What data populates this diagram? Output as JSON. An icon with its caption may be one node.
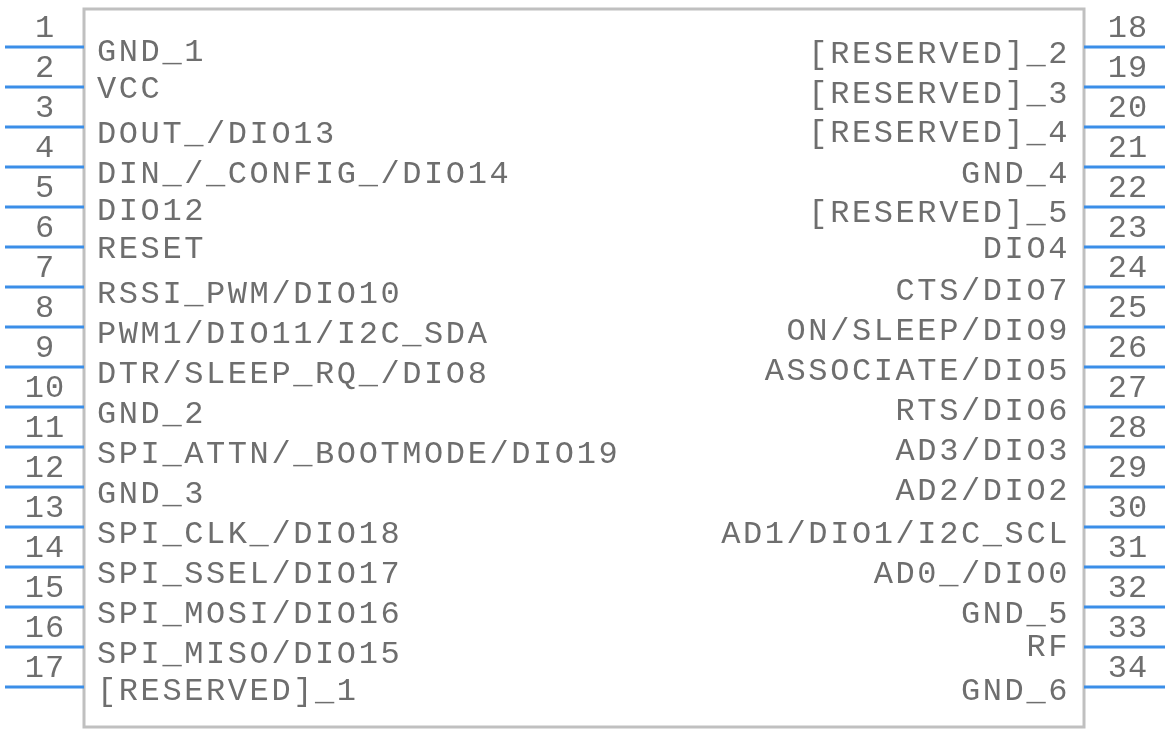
{
  "diagram": {
    "labels": [
      "1",
      "GND_1",
      "2",
      "VCC",
      "3",
      "DOUT_/DIO13",
      "4",
      "DIN_/_CONFIG_/DIO14",
      "5",
      "DIO12",
      "6",
      "RESET",
      "7",
      "RSSI_PWM/DIO10",
      "8",
      "PWM1/DIO11/I2C_SDA",
      "9",
      "DTR/SLEEP_RQ_/DIO8",
      "10",
      "GND_2",
      "11",
      "SPI_ATTN/_BOOTMODE/DIO19",
      "12",
      "GND_3",
      "13",
      "SPI_CLK_/DIO18",
      "14",
      "SPI_SSEL/DIO17",
      "15",
      "SPI_MOSI/DIO16",
      "16",
      "SPI_MISO/DIO15",
      "17",
      "[RESERVED]_1",
      "18",
      "[RESERVED]_2",
      "19",
      "[RESERVED]_3",
      "20",
      "[RESERVED]_4",
      "21",
      "GND_4",
      "22",
      "[RESERVED]_5",
      "23",
      "DIO4",
      "24",
      "CTS/DIO7",
      "25",
      "ON/SLEEP/DIO9",
      "26",
      "ASSOCIATE/DIO5",
      "27",
      "RTS/DIO6",
      "28",
      "AD3/DIO3",
      "29",
      "AD2/DIO2",
      "30",
      "AD1/DIO1/I2C_SCL",
      "31",
      "AD0_/DIO0",
      "32",
      "GND_5",
      "33",
      "RF",
      "34",
      "GND_6"
    ]
  }
}
